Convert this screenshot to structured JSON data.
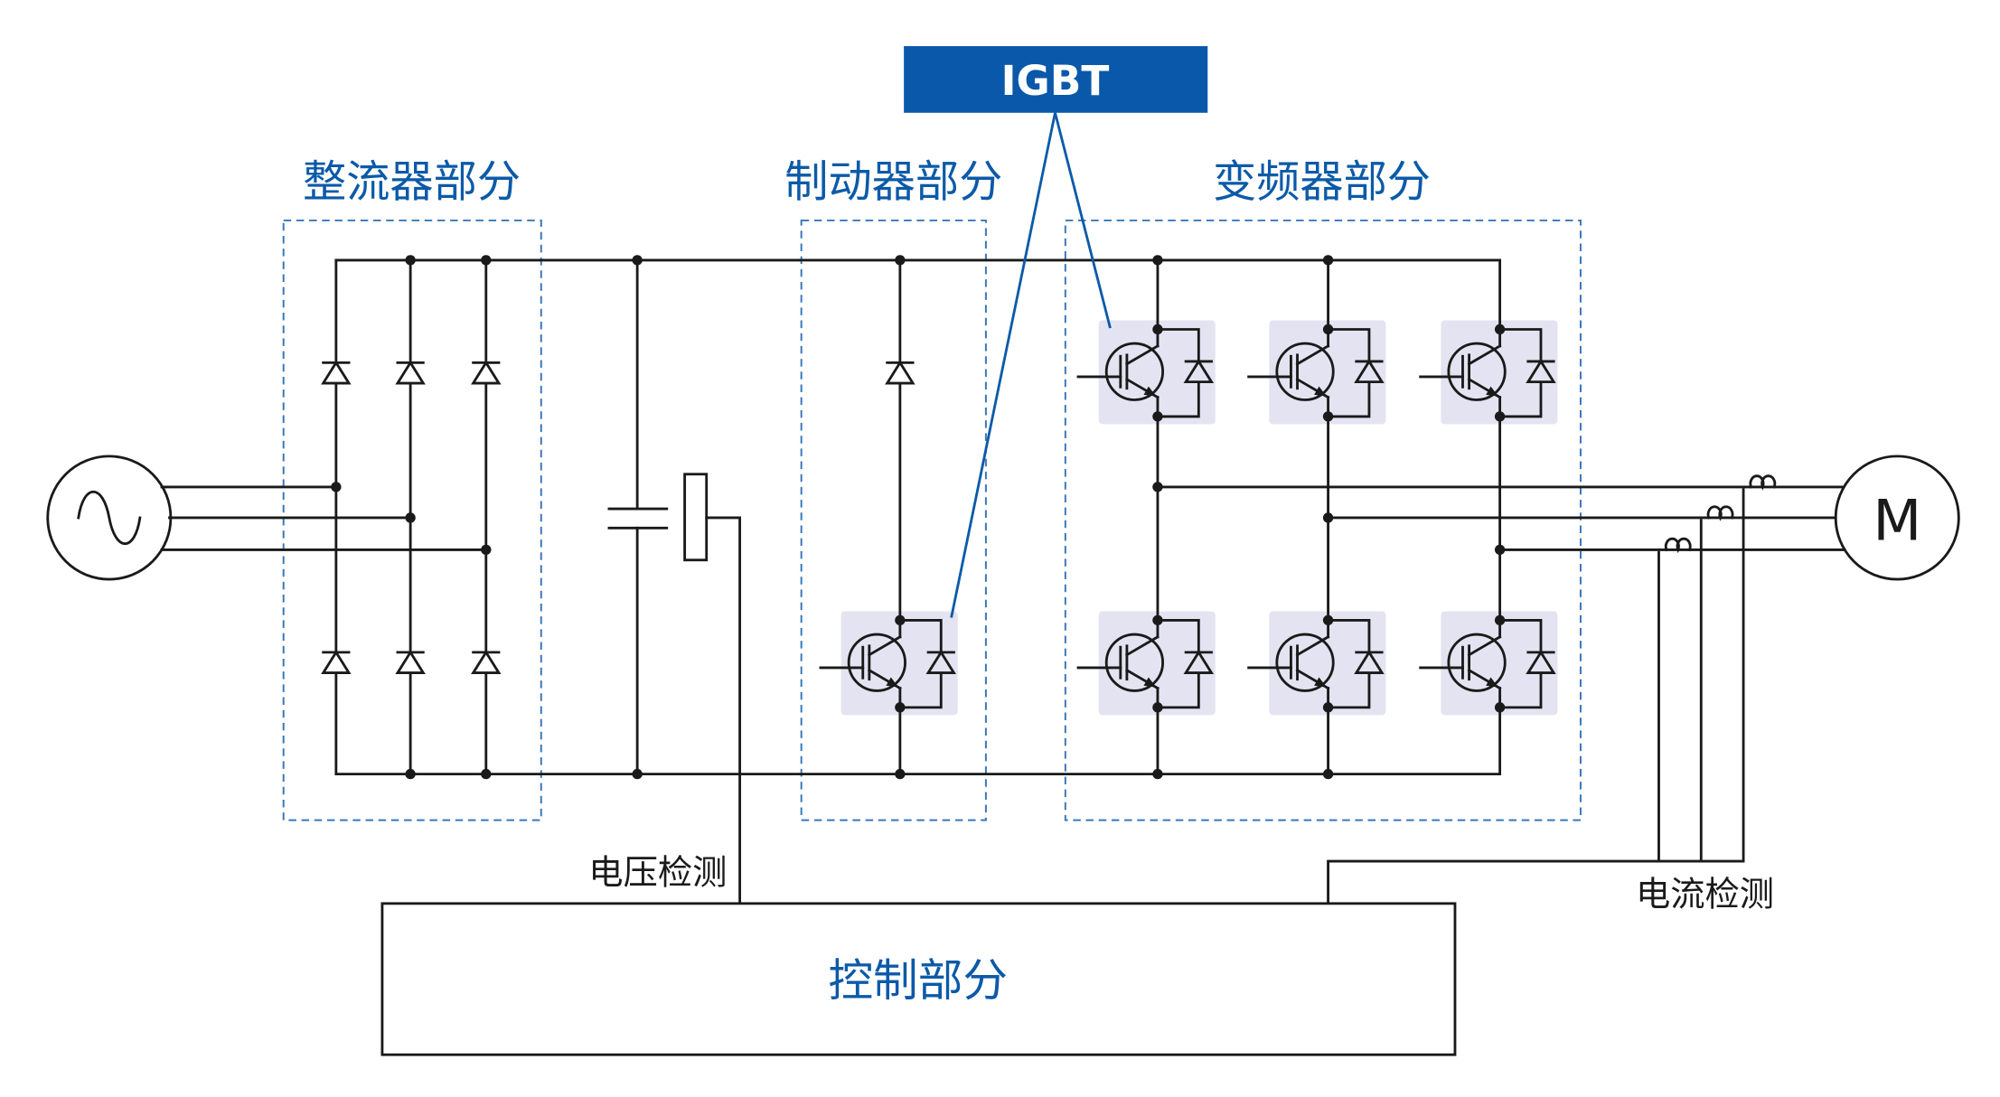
{
  "diagram": {
    "callout": {
      "label": "IGBT",
      "icon": "igbt-icon"
    },
    "sections": {
      "rectifier": {
        "label": "整流器部分",
        "icon": "diode-icon"
      },
      "brake": {
        "label": "制动器部分"
      },
      "inverter": {
        "label": "变频器部分"
      },
      "control": {
        "label": "控制部分"
      }
    },
    "sensing": {
      "voltage": {
        "label": "电压检测",
        "icon": "voltage-sensor-icon"
      },
      "current": {
        "label": "电流检测",
        "icon": "current-sensor-icon"
      }
    },
    "source": {
      "icon": "ac-source-icon"
    },
    "motor": {
      "label": "M",
      "icon": "motor-icon"
    }
  },
  "colors": {
    "accent": "#0b5aa8",
    "callout_fill": "#0a58aa",
    "section_border": "#3a78b8",
    "igbt_highlight": "#e4e3f1",
    "line": "#1a1a1a",
    "background": "#ffffff"
  }
}
